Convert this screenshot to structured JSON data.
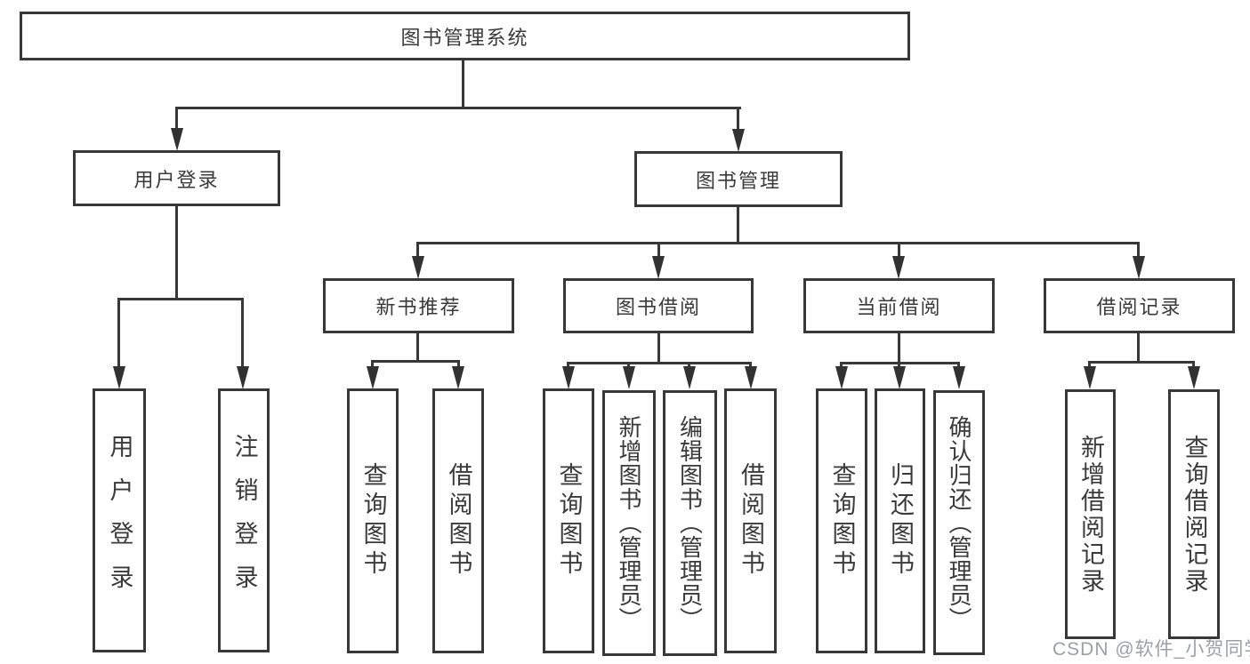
{
  "diagram": {
    "root": {
      "label": "图书管理系统",
      "children": [
        {
          "label": "用户登录",
          "children": [
            {
              "label": "用户登录"
            },
            {
              "label": "注销登录"
            }
          ]
        },
        {
          "label": "图书管理",
          "children": [
            {
              "label": "新书推荐",
              "children": [
                {
                  "label": "查询图书"
                },
                {
                  "label": "借阅图书"
                }
              ]
            },
            {
              "label": "图书借阅",
              "children": [
                {
                  "label": "查询图书"
                },
                {
                  "label": "新增图书（管理员）"
                },
                {
                  "label": "编辑图书（管理员）"
                },
                {
                  "label": "借阅图书"
                }
              ]
            },
            {
              "label": "当前借阅",
              "children": [
                {
                  "label": "查询图书"
                },
                {
                  "label": "归还图书"
                },
                {
                  "label": "确认归还（管理员）"
                }
              ]
            },
            {
              "label": "借阅记录",
              "children": [
                {
                  "label": "新增借阅记录"
                },
                {
                  "label": "查询借阅记录"
                }
              ]
            }
          ]
        }
      ]
    }
  },
  "watermark": "CSDN @软件_小贺同学",
  "colors": {
    "line": "#383838",
    "box_border": "#383838",
    "text": "#3a3a3a",
    "watermark": "#8e9398",
    "background": "#ffffff"
  }
}
